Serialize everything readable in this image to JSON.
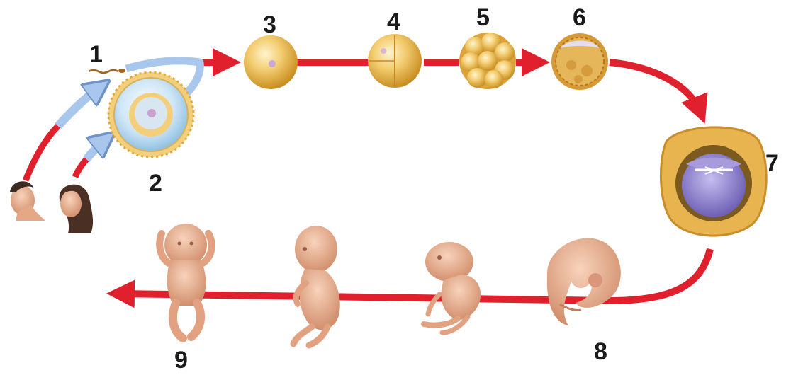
{
  "labels": {
    "step1": "1",
    "step2": "2",
    "step3": "3",
    "step4": "4",
    "step5": "5",
    "step6": "6",
    "step7": "7",
    "step8": "8",
    "step9": "9"
  },
  "colors": {
    "arrow": "#e0202c",
    "sperm_path": "#a9c6ec",
    "sperm_path_edge": "#6f93c8",
    "cell_gold": "#e9b94d",
    "cell_gold_light": "#fbe3a3",
    "embryo_skin": "#e8ad8c",
    "blastocyst_purple": "#8c7fc9",
    "hair_dark": "#3a2a22"
  },
  "icons": {
    "parents": [
      "father-head-icon",
      "mother-head-icon"
    ],
    "stages": [
      "sperm-icon",
      "egg-cell-icon",
      "zygote-icon",
      "two-cell-icon",
      "morula-icon",
      "blastocyst-icon",
      "implanted-embryo-icon",
      "early-embryo-icon",
      "fetus-icon",
      "newborn-icon"
    ]
  }
}
